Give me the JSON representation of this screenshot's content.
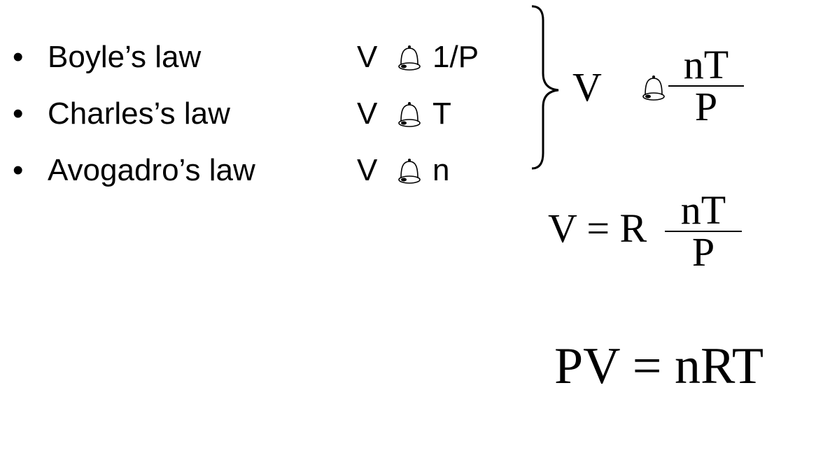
{
  "laws": [
    {
      "bullet": "•",
      "name": "Boyle’s law",
      "lhs": "V",
      "rhs": "1/P"
    },
    {
      "bullet": "•",
      "name": "Charles’s law",
      "lhs": "V",
      "rhs": "T"
    },
    {
      "bullet": "•",
      "name": "Avogadro’s law",
      "lhs": "V",
      "rhs": "n"
    }
  ],
  "combined": {
    "lhs": "V",
    "num": "nT",
    "den": "P"
  },
  "with_r": {
    "lhs": "V = R",
    "num": "nT",
    "den": "P"
  },
  "ideal_gas": "PV = nRT"
}
